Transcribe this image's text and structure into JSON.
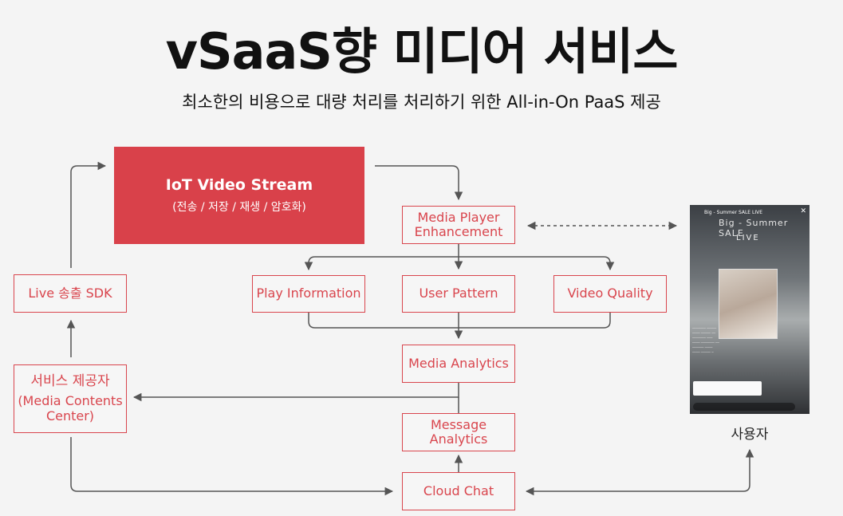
{
  "title": "vSaaS향 미디어 서비스",
  "subtitle": "최소한의 비용으로 대량 처리를 처리하기 위한 All-in-On PaaS 제공",
  "nodes": {
    "iot_main": "IoT Video Stream",
    "iot_sub": "(전송 / 저장 / 재생 / 암호화)",
    "media_player_1": "Media Player",
    "media_player_2": "Enhancement",
    "play_information": "Play Information",
    "user_pattern": "User Pattern",
    "video_quality": "Video Quality",
    "media_analytics": "Media Analytics",
    "message_analytics_1": "Message",
    "message_analytics_2": "Analytics",
    "cloud_chat": "Cloud Chat",
    "live_sdk": "Live 송출 SDK",
    "provider_1": "서비스 제공자",
    "provider_2": "(Media Contents",
    "provider_3": "Center)",
    "user": "사용자"
  },
  "phone": {
    "header": "Big - Summer SALE LIVE",
    "banner": "Big - Summer SALE",
    "live": "LIVE"
  },
  "colors": {
    "accent": "#d9414a",
    "line": "#555555"
  }
}
